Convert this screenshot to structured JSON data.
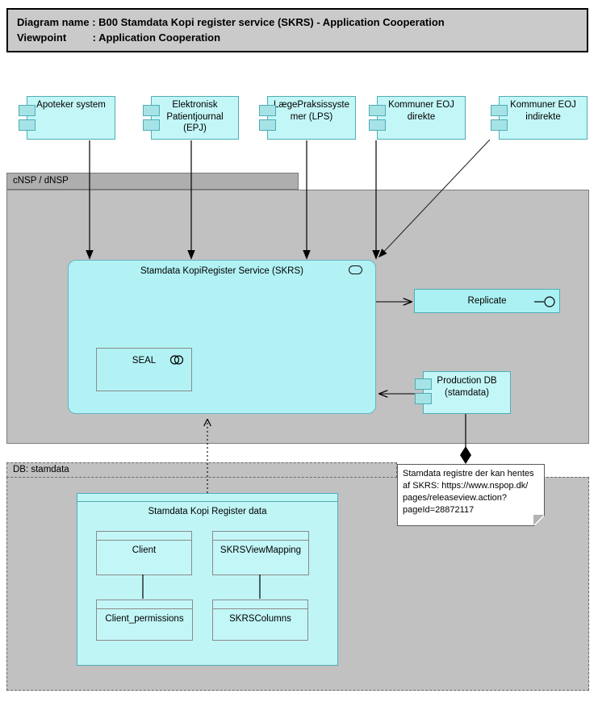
{
  "title": {
    "line1": "Diagram name : B00 Stamdata Kopi register service (SKRS) - Application Cooperation",
    "line2": "Viewpoint         : Application Cooperation"
  },
  "cnsp": {
    "label": "cNSP / dNSP"
  },
  "db_container": {
    "label": "DB: stamdata"
  },
  "actors": [
    {
      "label": "Apoteker system"
    },
    {
      "label": "Elektronisk\nPatientjournal\n(EPJ)"
    },
    {
      "label": "LægePraksissyste\nmer (LPS)"
    },
    {
      "label": "Kommuner EOJ\ndirekte"
    },
    {
      "label": "Kommuner EOJ\nindirekte"
    }
  ],
  "skrs": {
    "label": "Stamdata KopiRegister Service (SKRS)"
  },
  "seal": {
    "label": "SEAL"
  },
  "replicate": {
    "label": "Replicate"
  },
  "production_db": {
    "label": "Production DB\n(stamdata)"
  },
  "note": {
    "text": "Stamdata registre der kan hentes\naf SKRS: https://www.nspop.dk/\npages/releaseview.action?\npageId=28872117"
  },
  "data_group": {
    "label": "Stamdata Kopi Register data",
    "tables": [
      {
        "label": "Client"
      },
      {
        "label": "SKRSViewMapping"
      },
      {
        "label": "Client_permissions"
      },
      {
        "label": "SKRSColumns"
      }
    ]
  },
  "icons": {
    "component_ports": "component-port-icon",
    "application_service": "service-pill-icon",
    "collaboration": "overlapping-circles-icon",
    "interface": "lollipop-interface-icon"
  },
  "colors": {
    "element_fill": "#c3f6f7",
    "service_fill": "#b2f2f4",
    "element_border": "#4fadb5",
    "container_fill": "#c1c1c1",
    "container_tab_fill": "#aeaeae",
    "title_fill": "#cacaca",
    "line": "#000000"
  }
}
